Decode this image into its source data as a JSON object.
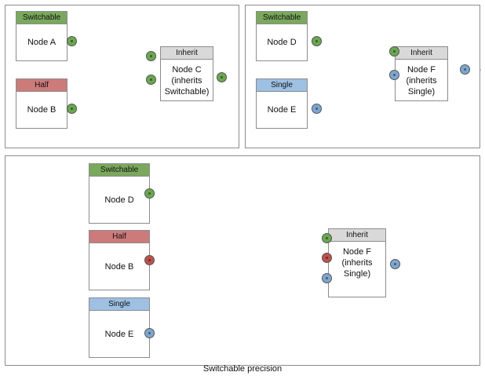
{
  "diagram": {
    "caption": "Switchable precision",
    "colors": {
      "switchable": "#7aa85c",
      "half": "#cc7a7a",
      "single": "#9dc0e3",
      "inherit": "#d9d9d9",
      "port_green": "#6aa84f",
      "port_red": "#c0504d",
      "port_blue": "#7da7d0",
      "border": "#8c8c8c",
      "edge": "#555555"
    },
    "panels": [
      {
        "id": "panel-1",
        "nodes": [
          {
            "id": "node-a",
            "header": "Switchable",
            "label": "Node A"
          },
          {
            "id": "node-b",
            "header": "Half",
            "label": "Node B"
          },
          {
            "id": "node-c",
            "header": "Inherit",
            "label": "Node C (inherits Switchable)"
          }
        ],
        "ports": [
          {
            "id": "node-a-out",
            "color": "green"
          },
          {
            "id": "node-b-out",
            "color": "green"
          },
          {
            "id": "node-c-in-1",
            "color": "green"
          },
          {
            "id": "node-c-in-2",
            "color": "green"
          },
          {
            "id": "node-c-out",
            "color": "green"
          }
        ]
      },
      {
        "id": "panel-2",
        "nodes": [
          {
            "id": "node-d",
            "header": "Switchable",
            "label": "Node D"
          },
          {
            "id": "node-e",
            "header": "Single",
            "label": "Node E"
          },
          {
            "id": "node-f",
            "header": "Inherit",
            "label": "Node F (inherits Single)"
          }
        ],
        "ports": [
          {
            "id": "node-d-out",
            "color": "green"
          },
          {
            "id": "node-e-out",
            "color": "blue"
          },
          {
            "id": "node-f-in-1",
            "color": "green"
          },
          {
            "id": "node-f-in-2",
            "color": "blue"
          },
          {
            "id": "node-f-out",
            "color": "blue"
          }
        ]
      },
      {
        "id": "panel-3",
        "nodes": [
          {
            "id": "node-d2",
            "header": "Switchable",
            "label": "Node D"
          },
          {
            "id": "node-b2",
            "header": "Half",
            "label": "Node B"
          },
          {
            "id": "node-e2",
            "header": "Single",
            "label": "Node E"
          },
          {
            "id": "node-f2",
            "header": "Inherit",
            "label": "Node F (inherits Single)"
          }
        ],
        "ports": [
          {
            "id": "node-d2-out",
            "color": "green"
          },
          {
            "id": "node-b2-out",
            "color": "red"
          },
          {
            "id": "node-e2-out",
            "color": "blue"
          },
          {
            "id": "node-f2-in-1",
            "color": "green"
          },
          {
            "id": "node-f2-in-2",
            "color": "red"
          },
          {
            "id": "node-f2-in-3",
            "color": "blue"
          },
          {
            "id": "node-f2-out",
            "color": "blue"
          }
        ]
      }
    ],
    "labels": {
      "node_a": "Node A",
      "node_b": "Node B",
      "node_c_line1": "Node C",
      "node_c_line2": "(inherits",
      "node_c_line3": "Switchable)",
      "node_d": "Node D",
      "node_e": "Node E",
      "node_f_line1": "Node F",
      "node_f_line2": "(inherits",
      "node_f_line3": "Single)",
      "header_switchable": "Switchable",
      "header_half": "Half",
      "header_single": "Single",
      "header_inherit": "Inherit"
    }
  }
}
